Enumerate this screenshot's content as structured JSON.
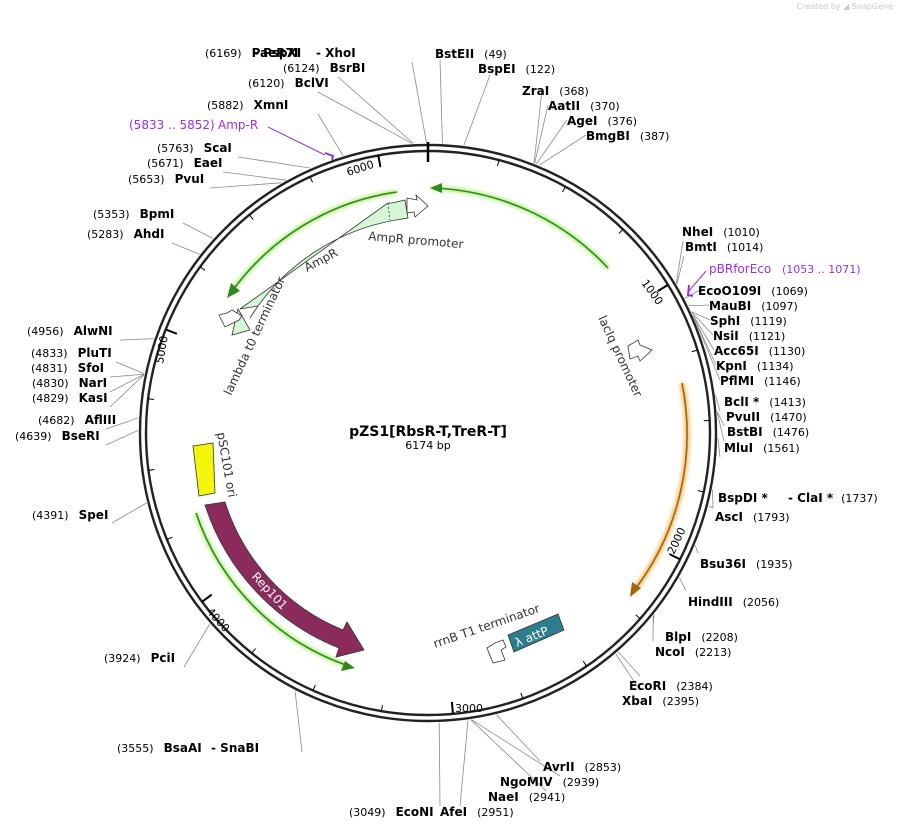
{
  "credit": "Created by ◢ SnapGene",
  "plasmid": {
    "name": "pZS1[RbsR-T,TreR-T]",
    "size_text": "6174 bp",
    "length": 6174
  },
  "ticks": [
    "1000",
    "2000",
    "3000",
    "4000",
    "5000",
    "6000"
  ],
  "sites": [
    {
      "name": "PaeR7I",
      "pos_text": "(6169)",
      "pos": 6169
    },
    {
      "name": "PspXI",
      "pos_text": "",
      "pos": 6169
    },
    {
      "name": "XhoI",
      "pos_text": "",
      "pos": 6169
    },
    {
      "name": "BsrBI",
      "pos_text": "(6124)",
      "pos": 6124
    },
    {
      "name": "BclVI",
      "pos_text": "(6120)",
      "pos": 6120
    },
    {
      "name": "XmnI",
      "pos_text": "(5882)",
      "pos": 5882
    },
    {
      "name": "ScaI",
      "pos_text": "(5763)",
      "pos": 5763
    },
    {
      "name": "EaeI",
      "pos_text": "(5671)",
      "pos": 5671
    },
    {
      "name": "PvuI",
      "pos_text": "(5653)",
      "pos": 5653
    },
    {
      "name": "BpmI",
      "pos_text": "(5353)",
      "pos": 5353
    },
    {
      "name": "AhdI",
      "pos_text": "(5283)",
      "pos": 5283
    },
    {
      "name": "AlwNI",
      "pos_text": "(4956)",
      "pos": 4956
    },
    {
      "name": "PluTI",
      "pos_text": "(4833)",
      "pos": 4833
    },
    {
      "name": "SfoI",
      "pos_text": "(4831)",
      "pos": 4831
    },
    {
      "name": "NarI",
      "pos_text": "(4830)",
      "pos": 4830
    },
    {
      "name": "KasI",
      "pos_text": "(4829)",
      "pos": 4829
    },
    {
      "name": "AflIII",
      "pos_text": "(4682)",
      "pos": 4682
    },
    {
      "name": "BseRI",
      "pos_text": "(4639)",
      "pos": 4639
    },
    {
      "name": "SpeI",
      "pos_text": "(4391)",
      "pos": 4391
    },
    {
      "name": "PciI",
      "pos_text": "(3924)",
      "pos": 3924
    },
    {
      "name": "BsaAI",
      "pos_text": "(3555)",
      "pos": 3555
    },
    {
      "name": "SnaBI",
      "pos_text": "",
      "pos": 3555
    },
    {
      "name": "EcoNI",
      "pos_text": "(3049)",
      "pos": 3049
    },
    {
      "name": "AfeI",
      "pos_text": "(2951)",
      "pos": 2951
    },
    {
      "name": "NaeI",
      "pos_text": "(2941)",
      "pos": 2941
    },
    {
      "name": "NgoMIV",
      "pos_text": "(2939)",
      "pos": 2939
    },
    {
      "name": "AvrII",
      "pos_text": "(2853)",
      "pos": 2853
    },
    {
      "name": "XbaI",
      "pos_text": "(2395)",
      "pos": 2395
    },
    {
      "name": "EcoRI",
      "pos_text": "(2384)",
      "pos": 2384
    },
    {
      "name": "NcoI",
      "pos_text": "(2213)",
      "pos": 2213
    },
    {
      "name": "BlpI",
      "pos_text": "(2208)",
      "pos": 2208
    },
    {
      "name": "HindIII",
      "pos_text": "(2056)",
      "pos": 2056
    },
    {
      "name": "Bsu36I",
      "pos_text": "(1935)",
      "pos": 1935
    },
    {
      "name": "AscI",
      "pos_text": "(1793)",
      "pos": 1793
    },
    {
      "name": "BspDI *",
      "pos_text": "",
      "pos": 1737
    },
    {
      "name": "ClaI *",
      "pos_text": "(1737)",
      "pos": 1737
    },
    {
      "name": "MluI",
      "pos_text": "(1561)",
      "pos": 1561
    },
    {
      "name": "BstBI",
      "pos_text": "(1476)",
      "pos": 1476
    },
    {
      "name": "PvuII",
      "pos_text": "(1470)",
      "pos": 1470
    },
    {
      "name": "BclI *",
      "pos_text": "(1413)",
      "pos": 1413
    },
    {
      "name": "PflMI",
      "pos_text": "(1146)",
      "pos": 1146
    },
    {
      "name": "KpnI",
      "pos_text": "(1134)",
      "pos": 1134
    },
    {
      "name": "Acc65I",
      "pos_text": "(1130)",
      "pos": 1130
    },
    {
      "name": "NsiI",
      "pos_text": "(1121)",
      "pos": 1121
    },
    {
      "name": "SphI",
      "pos_text": "(1119)",
      "pos": 1119
    },
    {
      "name": "MauBI",
      "pos_text": "(1097)",
      "pos": 1097
    },
    {
      "name": "EcoO109I",
      "pos_text": "(1069)",
      "pos": 1069
    },
    {
      "name": "BmtI",
      "pos_text": "(1014)",
      "pos": 1014
    },
    {
      "name": "NheI",
      "pos_text": "(1010)",
      "pos": 1010
    },
    {
      "name": "BmgBI",
      "pos_text": "(387)",
      "pos": 387
    },
    {
      "name": "AgeI",
      "pos_text": "(376)",
      "pos": 376
    },
    {
      "name": "AatII",
      "pos_text": "(370)",
      "pos": 370
    },
    {
      "name": "ZraI",
      "pos_text": "(368)",
      "pos": 368
    },
    {
      "name": "BspEI",
      "pos_text": "(122)",
      "pos": 122
    },
    {
      "name": "BstEII",
      "pos_text": "(49)",
      "pos": 49
    }
  ],
  "primers": [
    {
      "name": "Amp-R",
      "range_text": "(5833 .. 5852)",
      "color": "#9b30d9"
    },
    {
      "name": "pBRforEco",
      "range_text": "(1053 .. 1071)",
      "color": "#9b30d9"
    }
  ],
  "features": {
    "ampr": "AmpR",
    "ampr_promoter": "AmpR promoter",
    "lambda_t0": "lambda t0 terminator",
    "psc101": "pSC101 ori",
    "rep101": "Rep101",
    "rrnb": "rrnB T1 terminator",
    "attp": "λ attP",
    "laciq": "lacIq promoter"
  },
  "colors": {
    "ampr": "#d5f7d5",
    "rep101": "#8b2b5c",
    "psc101": "#f5f50a",
    "attp": "#2e7d8c",
    "green_arc": "#2f8a1e",
    "orange_arc": "#a36410",
    "primer": "#9b30d9"
  }
}
